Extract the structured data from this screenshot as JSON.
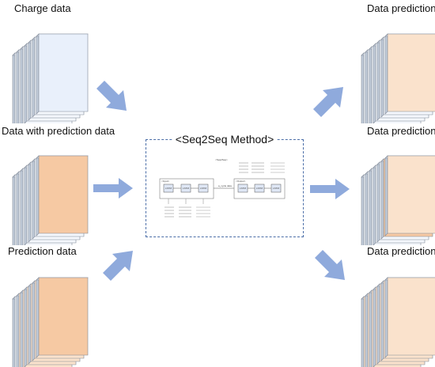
{
  "labels": {
    "charge": "Charge data",
    "with_prediction": "Data with prediction data",
    "prediction": "Prediction data",
    "out1": "Data prediction",
    "out2": "Data prediction",
    "out3": "Data prediction"
  },
  "center": {
    "title": "<Seq2Seq Method>",
    "inner_title": "<Seq2Seq>",
    "input_label": "<Input>",
    "output_label": "<Output>",
    "middle_text": "a_cycle data",
    "lstm": "LSTM"
  },
  "colors": {
    "blue_sheet": "#e9f0fb",
    "orange_sheet": "#f6c9a3",
    "light_orange": "#fae2cc",
    "arrow": "#8faadc",
    "dashed_border": "#4b6ea8"
  }
}
